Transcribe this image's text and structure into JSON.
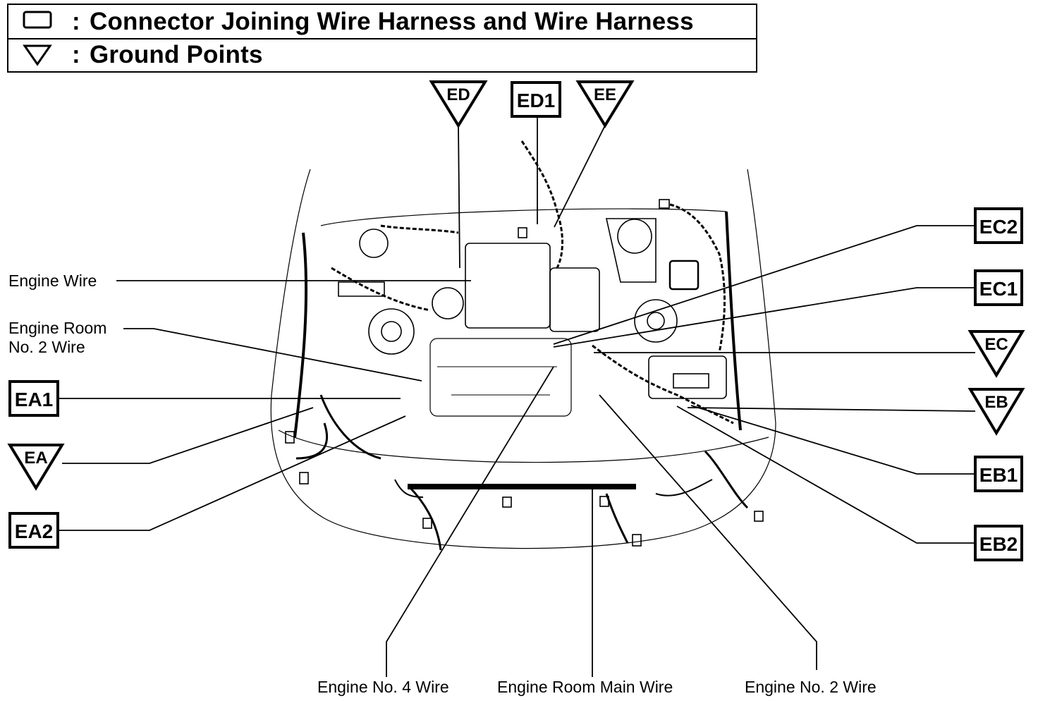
{
  "legend": {
    "connector_text": "Connector Joining Wire Harness and Wire Harness",
    "ground_text": "Ground Points",
    "separator": ":"
  },
  "wires": {
    "engine_wire": "Engine Wire",
    "engine_room_no2_line1": "Engine Room",
    "engine_room_no2_line2": "No. 2 Wire",
    "engine_no4": "Engine No. 4 Wire",
    "engine_room_main": "Engine Room Main Wire",
    "engine_no2": "Engine No. 2 Wire"
  },
  "connectors": {
    "ed1": "ED1",
    "ec2": "EC2",
    "ec1": "EC1",
    "ea1": "EA1",
    "ea2": "EA2",
    "eb1": "EB1",
    "eb2": "EB2"
  },
  "grounds": {
    "ed": "ED",
    "ee": "EE",
    "ec": "EC",
    "eb": "EB",
    "ea": "EA"
  }
}
